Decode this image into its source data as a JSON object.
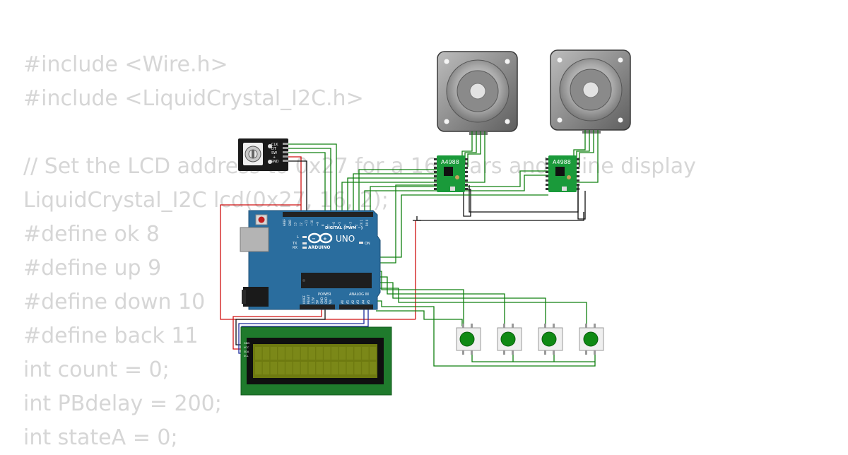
{
  "code_lines": [
    "#include <Wire.h>",
    "#include <LiquidCrystal_I2C.h>",
    "",
    "// Set the LCD address to 0x27 for a 16 chars and 2 line display",
    "LiquidCrystal_I2C lcd(0x27, 16, 2);",
    "#define ok 8",
    "#define up 9",
    "#define down 10",
    "#define back 11",
    "int count = 0;",
    "int PBdelay = 200;",
    "int stateA = 0;"
  ],
  "arduino": {
    "brand": "ARDUINO",
    "model": "UNO",
    "digital_label": "DIGITAL (PWM ~)",
    "power_label": "POWER",
    "analog_label": "ANALOG IN",
    "on_label": "ON",
    "l_label": "L",
    "tx_label": "TX",
    "rx_label": "RX",
    "digital_pins": [
      "AREF",
      "GND",
      "13",
      "12",
      "~11",
      "~10",
      "~9",
      "8",
      "7",
      "~6",
      "~5",
      "4",
      "~3",
      "2",
      "TX 1",
      "RX 0"
    ],
    "power_pins": [
      "IOREF",
      "RESET",
      "3.3V",
      "5V",
      "GND",
      "GND",
      "Vin"
    ],
    "analog_pins": [
      "A0",
      "A1",
      "A2",
      "A3",
      "A4",
      "A5"
    ]
  },
  "encoder": {
    "pins": [
      "CLK",
      "DT",
      "SW",
      "+",
      "GND"
    ]
  },
  "drivers": [
    {
      "label": "A4988"
    },
    {
      "label": "A4988"
    }
  ],
  "lcd": {
    "pins": [
      "GND",
      "VCC",
      "SDA",
      "SCL"
    ]
  },
  "colors": {
    "board": "#2a6d9e",
    "wire_green": "#108010",
    "wire_red": "#d01010",
    "wire_black": "#111111",
    "wire_blue": "#1a2a9a",
    "lcd_frame": "#1f7a2c",
    "lcd_screen": "#6e7a10",
    "button_cap": "#0f8a14",
    "driver_pcb": "#1a9a3a"
  }
}
